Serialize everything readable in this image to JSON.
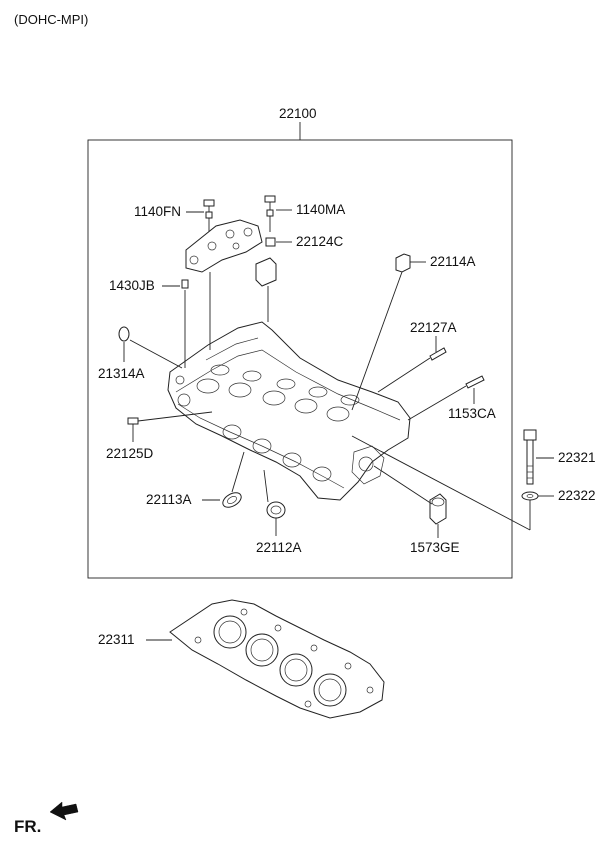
{
  "header": {
    "variant": "(DOHC-MPI)"
  },
  "assembly": {
    "number": "22100"
  },
  "parts": {
    "p1140FN": "1140FN",
    "p1140MA": "1140MA",
    "p22124C": "22124C",
    "p22114A": "22114A",
    "p1430JB": "1430JB",
    "p22127A": "22127A",
    "p21314A": "21314A",
    "p1153CA": "1153CA",
    "p22125D": "22125D",
    "p22321": "22321",
    "p22322": "22322",
    "p22113A": "22113A",
    "p22112A": "22112A",
    "p1573GE": "1573GE",
    "p22311": "22311"
  },
  "direction": {
    "label": "FR."
  }
}
